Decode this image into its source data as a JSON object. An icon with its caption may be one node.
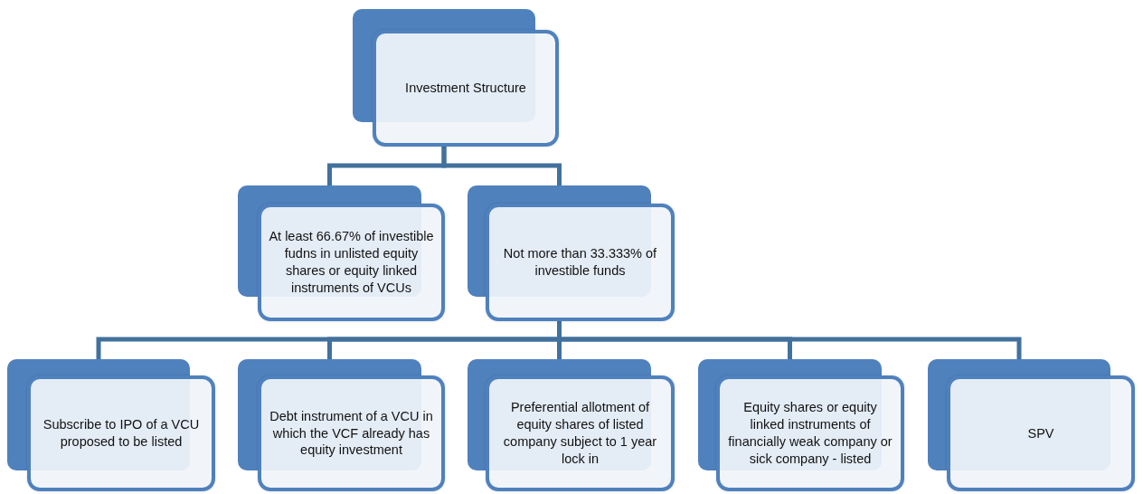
{
  "diagram": {
    "nodes": [
      {
        "text": [
          "Investment Structure"
        ]
      },
      {
        "text": [
          "At least 66.67%  of investible fudns  in unlisted equity shares or equity linked instruments of VCUs"
        ]
      },
      {
        "text": [
          "Not more than 33.333% of investible funds"
        ]
      },
      {
        "text": [
          "Subscribe to IPO of a VCU proposed to be listed"
        ]
      },
      {
        "text": [
          "Debt instrument of a VCU in which the VCF already has equity investment"
        ]
      },
      {
        "text": [
          "Preferential allotment of equity shares of listed company subject to 1 year lock in"
        ]
      },
      {
        "text": [
          "Equity shares or equity linked instruments of financially weak company or sick company - listed"
        ]
      },
      {
        "text": [
          "SPV"
        ]
      }
    ],
    "edges": [
      {
        "from": 0,
        "to": 1,
        "arrow": "none"
      },
      {
        "from": 0,
        "to": 2,
        "arrow": "none"
      },
      {
        "from": 2,
        "to": 3,
        "arrow": "none"
      },
      {
        "from": 2,
        "to": 4,
        "arrow": "none"
      },
      {
        "from": 2,
        "to": 5,
        "arrow": "none"
      },
      {
        "from": 2,
        "to": 6,
        "arrow": "none"
      },
      {
        "from": 2,
        "to": 7,
        "arrow": "none"
      }
    ]
  }
}
